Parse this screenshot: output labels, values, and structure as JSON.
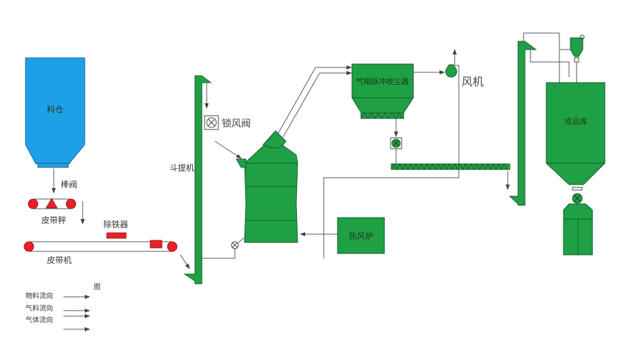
{
  "labels": {
    "silo": "料仓",
    "rod_valve": "棒阀",
    "belt_scale": "皮带秤",
    "iron_remover": "除铁器",
    "belt_conveyor": "皮带机",
    "bucket_elevator": "斗提机",
    "airlock_valve": "锁风阀",
    "pulse_dust_collector": "气箱脉冲收尘器",
    "fan": "风机",
    "hot_air_furnace": "热风炉",
    "product_silo": "成品库"
  },
  "legend": {
    "title": "图",
    "items": [
      "物料流向",
      "气料流向",
      "气体流向"
    ]
  },
  "colors": {
    "equipment": "#1fa045",
    "silo": "#1ea0e6",
    "accent": "#e8202a"
  }
}
